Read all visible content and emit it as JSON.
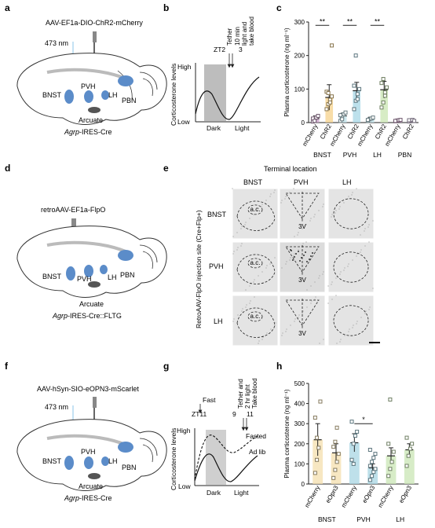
{
  "panels": {
    "a": {
      "letter": "a",
      "virus": "AAV-EF1a-DIO-ChR2-mCherry",
      "laser": "473 nm",
      "regions": [
        "BNST",
        "PVH",
        "LH",
        "PBN"
      ],
      "arcuate": "Arcuate",
      "mouse_italic": "Agrp",
      "mouse_rest": "-IRES-Cre"
    },
    "b": {
      "letter": "b",
      "annot_zt2": "ZT2",
      "annot_3": "3",
      "annot_tether": "Tether",
      "annot_10min": "10 min",
      "annot_light": "light and",
      "annot_blood": "take blood",
      "ylabel": "Corticosterone levels",
      "high": "High",
      "low": "Low",
      "dark": "Dark",
      "light_lbl": "Light"
    },
    "d": {
      "letter": "d",
      "virus": "retroAAV-EF1a-FlpO",
      "regions": [
        "BNST",
        "PVH",
        "LH",
        "PBN"
      ],
      "arcuate": "Arcuate",
      "mouse_italic": "Agrp",
      "mouse_rest": "-IRES-Cre::FLTG"
    },
    "e": {
      "letter": "e",
      "title": "Terminal location",
      "col_labels": [
        "BNST",
        "PVH",
        "LH"
      ],
      "row_labels": [
        "BNST",
        "PVH",
        "LH"
      ],
      "side_label": "RetroAAV-FlpO injection site (Cre+Flp+)",
      "ac": "a.c.",
      "v3": "3V"
    },
    "f": {
      "letter": "f",
      "virus": "AAV-hSyn-SIO-eOPN3-mScarlet",
      "laser": "473 nm",
      "regions": [
        "BNST",
        "PVH",
        "LH",
        "PBN"
      ],
      "arcuate": "Arcuate",
      "mouse_italic": "Agrp",
      "mouse_rest": "-IRES-Cre"
    },
    "g": {
      "letter": "g",
      "annot_fast": "Fast",
      "annot_zt11": "ZT11",
      "annot_9": "9",
      "annot_11": "11",
      "annot_tether": "Tether and",
      "annot_2hr": "2 hr light",
      "annot_blood": "Take blood",
      "ylabel": "Corticosterone levels",
      "high": "High",
      "low": "Low",
      "dark": "Dark",
      "light_lbl": "Light",
      "fasted": "Fasted",
      "adlib": "Ad lib"
    }
  },
  "chart_data": [
    {
      "panel": "c",
      "type": "bar",
      "ylabel": "Plasma corticosterone (ng ml⁻¹)",
      "ylim": [
        0,
        300
      ],
      "yticks": [
        "0",
        "100",
        "200",
        "300"
      ],
      "categories": [
        "mCherry",
        "ChR2",
        "mCherry",
        "ChR2",
        "mCherry",
        "ChR2",
        "mCherry",
        "ChR2"
      ],
      "groups": [
        "BNST",
        "PVH",
        "LH",
        "PBN"
      ],
      "significance": [
        "**",
        "**",
        "**"
      ],
      "values": [
        12,
        75,
        20,
        95,
        10,
        98,
        6,
        6
      ],
      "errors": [
        8,
        38,
        8,
        25,
        6,
        25,
        2,
        2
      ],
      "colors": [
        "#c9a0c8",
        "#f5d28b",
        "#bfe2ea",
        "#a7d7e6",
        "#bfe2ea",
        "#c9e6b2",
        "#c9a0c8",
        "#d7c7e3"
      ],
      "points": [
        [
          3,
          8,
          15,
          20,
          12,
          5
        ],
        [
          40,
          55,
          68,
          78,
          92,
          88,
          60,
          230
        ],
        [
          5,
          15,
          25,
          30,
          22,
          10
        ],
        [
          40,
          65,
          85,
          100,
          110,
          200,
          70
        ],
        [
          5,
          10,
          12,
          15,
          8
        ],
        [
          45,
          60,
          80,
          105,
          118,
          130,
          90
        ],
        [
          4,
          6,
          7,
          8,
          5
        ],
        [
          3,
          6,
          8,
          5,
          7
        ]
      ]
    },
    {
      "panel": "h",
      "type": "bar",
      "ylabel": "Plasma corticosterone (ng ml⁻¹)",
      "ylim": [
        0,
        500
      ],
      "yticks": [
        "0",
        "100",
        "200",
        "300",
        "400",
        "500"
      ],
      "categories": [
        "mCherry",
        "eOpn3",
        "mCherry",
        "eOpn3",
        "mCherry",
        "eOpn3"
      ],
      "groups": [
        "BNST",
        "PVH",
        "LH"
      ],
      "significance": [
        "*"
      ],
      "values": [
        220,
        155,
        205,
        80,
        140,
        170
      ],
      "errors": [
        80,
        45,
        45,
        20,
        40,
        30
      ],
      "colors": [
        "#f4dfad",
        "#f4dfad",
        "#a8d5e3",
        "#a8d5e3",
        "#cae6b4",
        "#cae6b4"
      ],
      "points": [
        [
          55,
          120,
          180,
          410,
          330,
          230
        ],
        [
          30,
          70,
          110,
          150,
          185,
          210,
          280
        ],
        [
          120,
          200,
          240,
          260,
          310,
          100
        ],
        [
          20,
          40,
          60,
          75,
          90,
          110,
          130,
          150,
          170
        ],
        [
          40,
          75,
          110,
          160,
          200,
          420
        ],
        [
          90,
          140,
          175,
          200,
          230
        ]
      ]
    }
  ]
}
